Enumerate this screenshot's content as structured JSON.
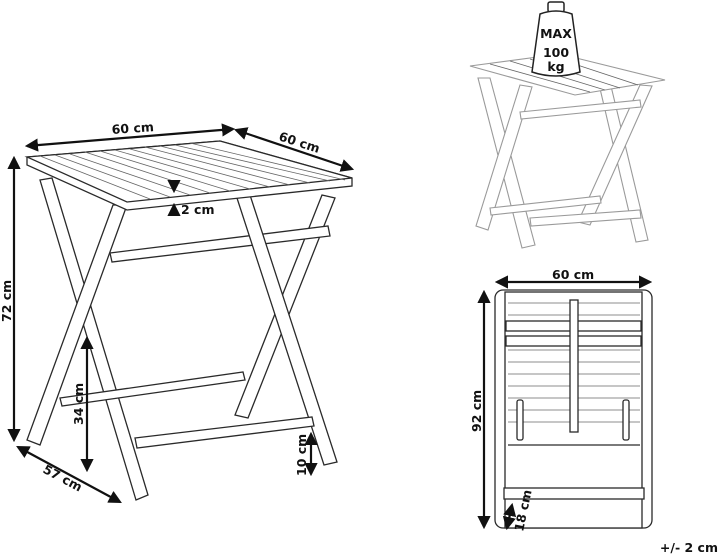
{
  "main_table": {
    "width_label": "60 cm",
    "depth_label": "60 cm",
    "top_thickness_label": "2 cm",
    "height_label": "72 cm",
    "leg_footprint_label": "57 cm",
    "lower_bar_height_label": "34 cm",
    "bottom_bar_height_label": "10 cm"
  },
  "load_badge": {
    "line1": "MAX",
    "line2": "100",
    "line3": "kg"
  },
  "folded_table": {
    "width_label": "60 cm",
    "height_label": "92 cm",
    "thickness_label": "18 cm"
  },
  "tolerance": "+/- 2 cm"
}
